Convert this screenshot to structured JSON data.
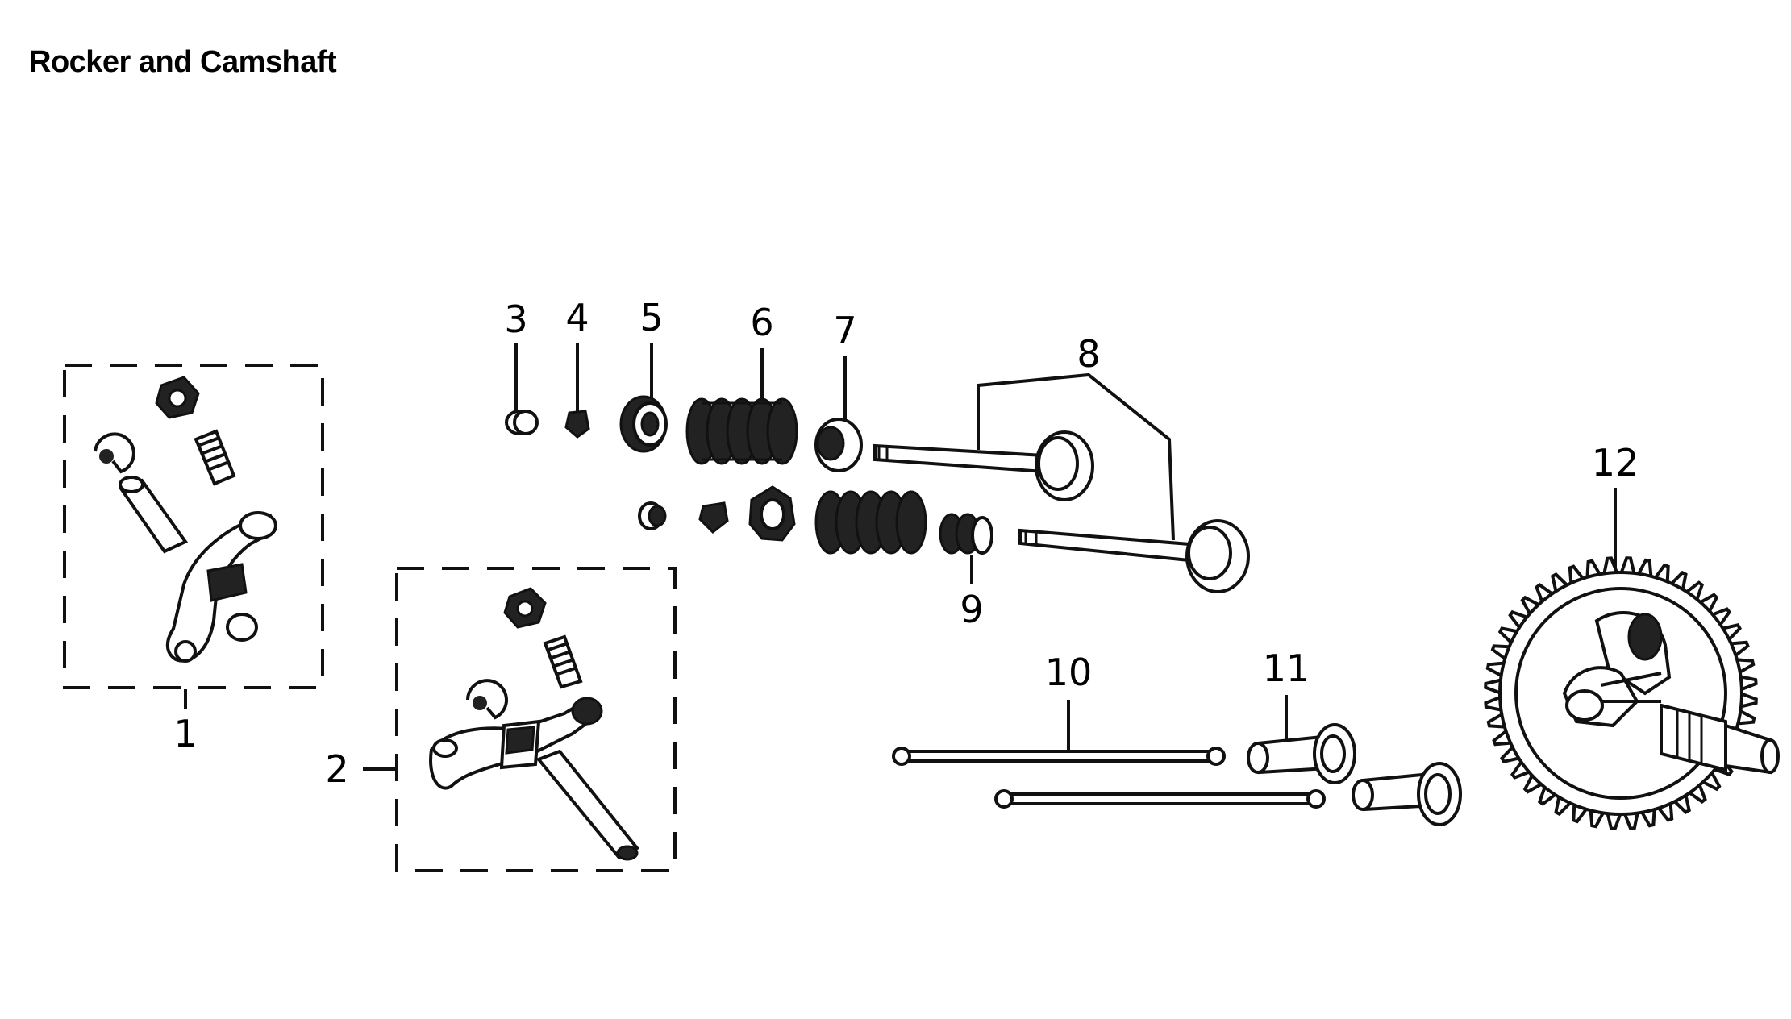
{
  "title": "Rocker and Camshaft",
  "callouts": {
    "c1": "1",
    "c2": "2",
    "c3": "3",
    "c4": "4",
    "c5": "5",
    "c6": "6",
    "c7": "7",
    "c8": "8",
    "c9": "9",
    "c10": "10",
    "c11": "11",
    "c12": "12"
  },
  "colors": {
    "ink": "#111111",
    "background": "#ffffff"
  }
}
